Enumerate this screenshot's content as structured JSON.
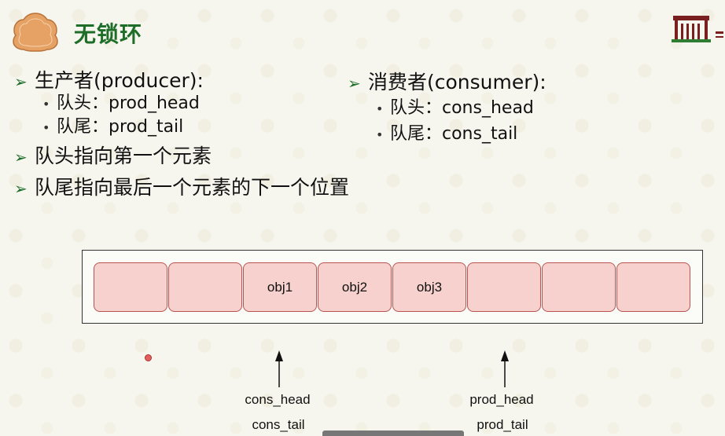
{
  "slide": {
    "title": "无锁环"
  },
  "bullets": {
    "producer": {
      "heading": "生产者(producer):",
      "items": [
        "队头：prod_head",
        "队尾：prod_tail"
      ]
    },
    "consumer": {
      "heading": "消费者(consumer):",
      "items": [
        "队头：cons_head",
        "队尾：cons_tail"
      ]
    },
    "notes": [
      "队头指向第一个元素",
      "队尾指向最后一个元素的下一个位置"
    ]
  },
  "ring": {
    "slots": [
      "",
      "",
      "obj1",
      "obj2",
      "obj3",
      "",
      "",
      ""
    ]
  },
  "pointers": {
    "consumer": {
      "line1": "cons_head",
      "line2": "cons_tail",
      "slot": 2
    },
    "producer": {
      "line1": "prod_head",
      "line2": "prod_tail",
      "slot": 5
    }
  },
  "colors": {
    "title": "#1e6e2a",
    "slot_fill": "#f7d1cd",
    "slot_border": "#b85450"
  },
  "icons": {
    "bullet_main": "arrow-bullet-icon",
    "bullet_sub": "dot-bullet-icon"
  }
}
